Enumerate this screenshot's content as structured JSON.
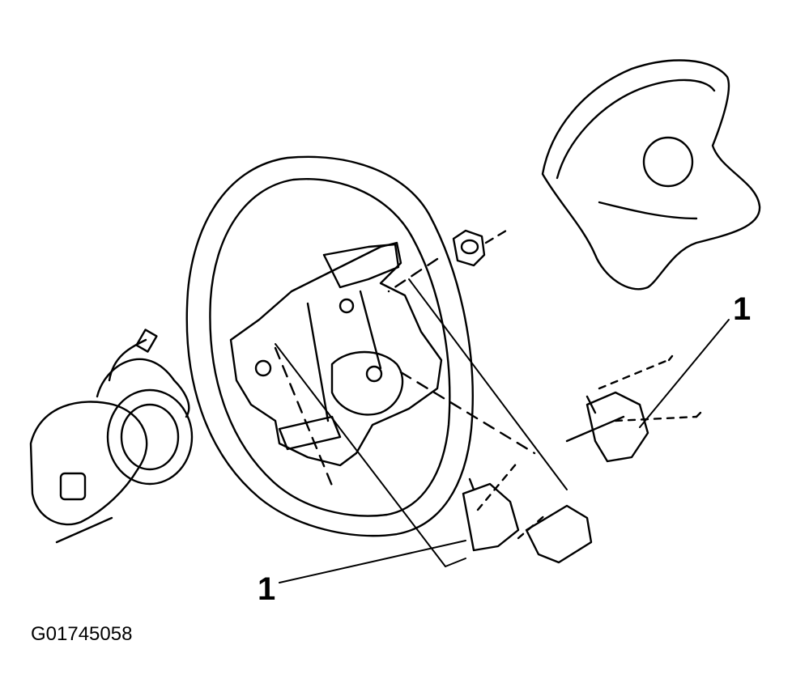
{
  "diagram": {
    "figure_id": "G01745058",
    "callouts": [
      {
        "label": "1"
      },
      {
        "label": "1"
      }
    ],
    "colors": {
      "ink": "#000000",
      "paper": "#ffffff"
    }
  }
}
